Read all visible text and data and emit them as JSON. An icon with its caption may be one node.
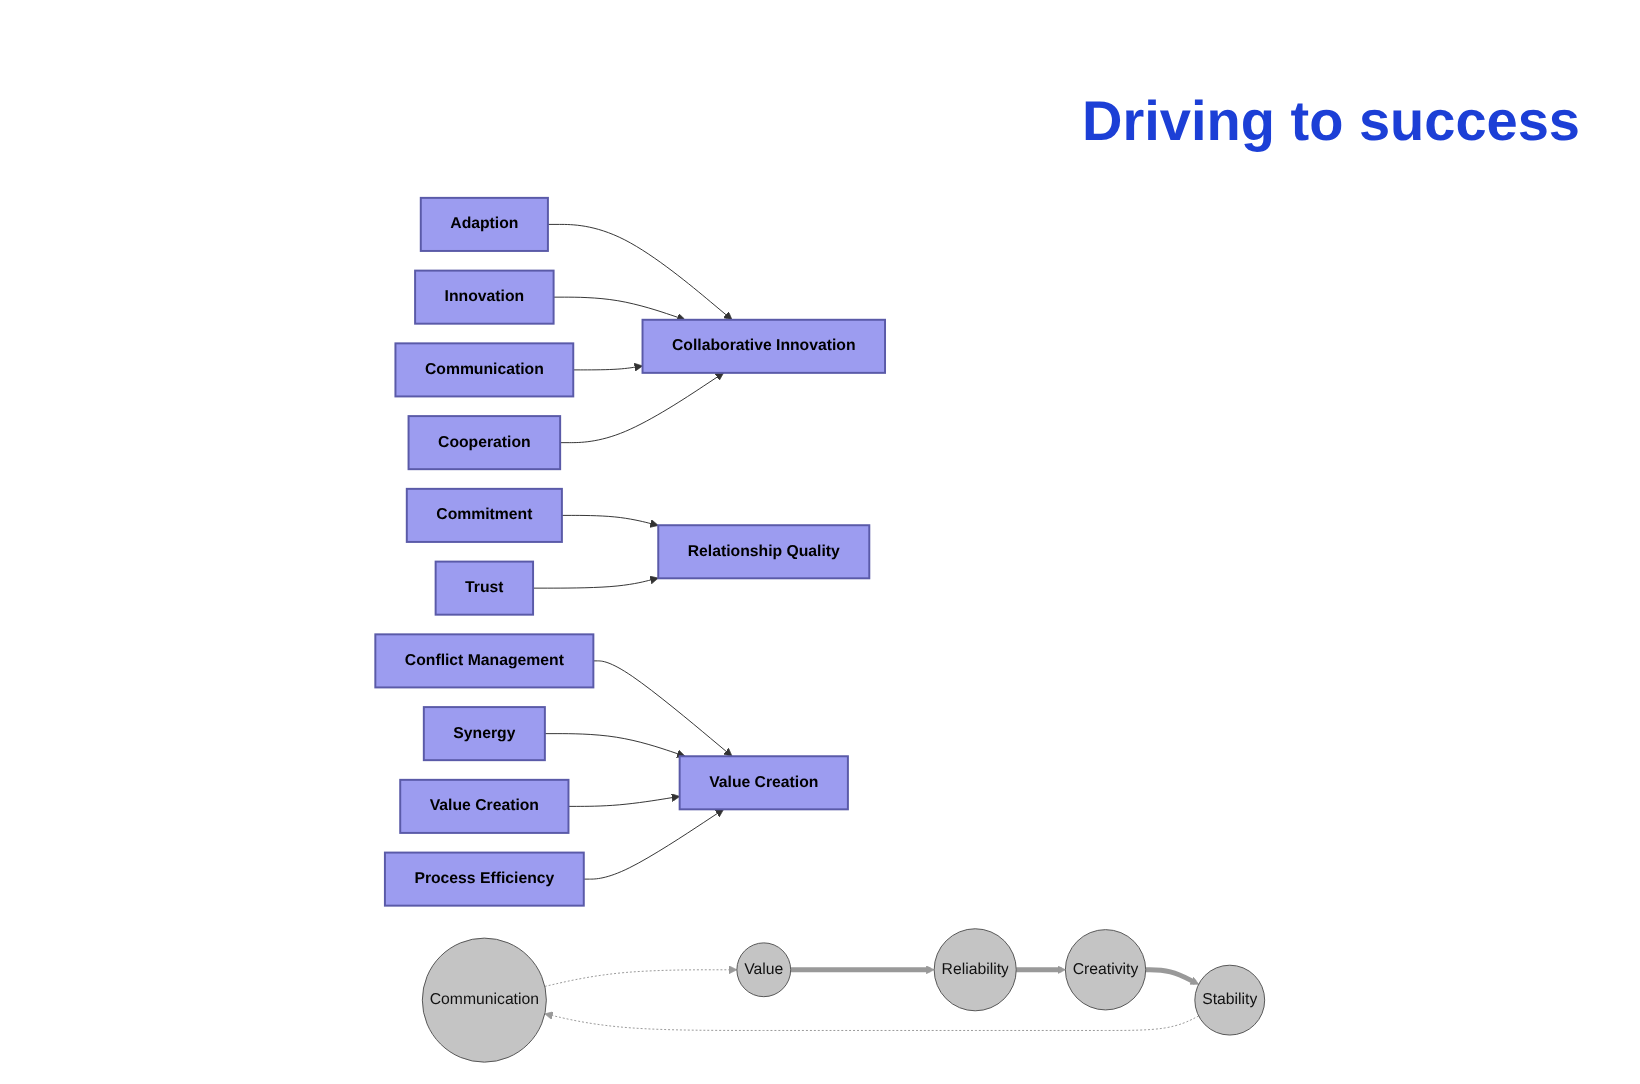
{
  "diagram": {
    "title": "Driving to success",
    "nodes": [
      {
        "text": [
          "Adaption"
        ]
      },
      {
        "text": [
          "Innovation"
        ]
      },
      {
        "text": [
          "Communication"
        ]
      },
      {
        "text": [
          "Cooperation"
        ]
      },
      {
        "text": [
          "Collaborative Innovation"
        ]
      },
      {
        "text": [
          "Commitment"
        ]
      },
      {
        "text": [
          "Trust"
        ]
      },
      {
        "text": [
          "Relationship Quality"
        ]
      },
      {
        "text": [
          "Conflict Management"
        ]
      },
      {
        "text": [
          "Synergy"
        ]
      },
      {
        "text": [
          "Value Creation"
        ]
      },
      {
        "text": [
          "Process Efficiency"
        ]
      },
      {
        "text": [
          "Value Creation"
        ]
      },
      {
        "text": [
          "Communication"
        ]
      },
      {
        "text": [
          "Stability"
        ]
      },
      {
        "text": [
          "Creativity"
        ]
      },
      {
        "text": [
          "Reliability"
        ]
      },
      {
        "text": [
          "Value"
        ]
      }
    ],
    "edges": [
      {
        "from": 0,
        "to": 4,
        "arrow": "to"
      },
      {
        "from": 1,
        "to": 4,
        "arrow": "to"
      },
      {
        "from": 2,
        "to": 4,
        "arrow": "to"
      },
      {
        "from": 3,
        "to": 4,
        "arrow": "to"
      },
      {
        "from": 5,
        "to": 7,
        "arrow": "to"
      },
      {
        "from": 6,
        "to": 7,
        "arrow": "to"
      },
      {
        "from": 8,
        "to": 12,
        "arrow": "to"
      },
      {
        "from": 9,
        "to": 12,
        "arrow": "to"
      },
      {
        "from": 10,
        "to": 12,
        "arrow": "to"
      },
      {
        "from": 11,
        "to": 12,
        "arrow": "to"
      },
      {
        "from": 17,
        "to": 16,
        "arrow": "to",
        "style": "thick",
        "color": "#999999"
      },
      {
        "from": 16,
        "to": 15,
        "arrow": "to",
        "style": "thick",
        "color": "#999999"
      },
      {
        "from": 15,
        "to": 14,
        "arrow": "to",
        "style": "thick",
        "color": "#999999"
      },
      {
        "from": 14,
        "to": 13,
        "arrow": "to",
        "style": "dashed",
        "color": "#999999"
      },
      {
        "from": 13,
        "to": 17,
        "arrow": "to",
        "style": "dashed",
        "color": "#999999"
      }
    ]
  }
}
